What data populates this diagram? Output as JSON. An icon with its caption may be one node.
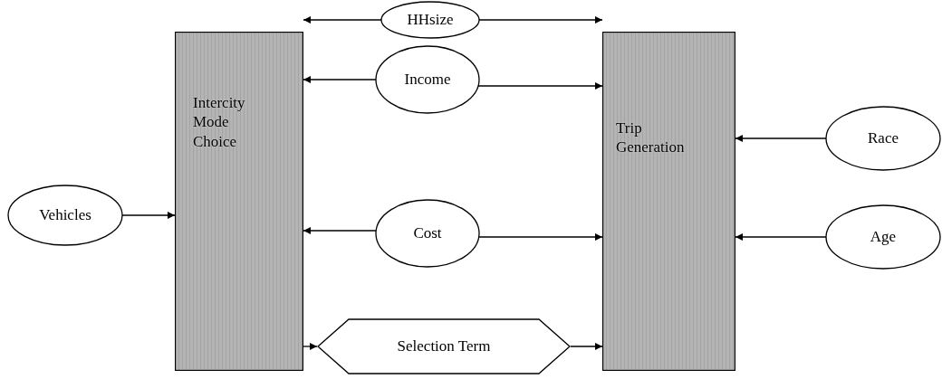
{
  "diagram": {
    "nodes": [
      {
        "text": [
          "HHsize"
        ]
      },
      {
        "text": [
          "Intercity Mode Choice"
        ]
      },
      {
        "text": [
          "Trip Generation"
        ]
      },
      {
        "text": [
          "Income"
        ]
      },
      {
        "text": [
          "Race"
        ]
      },
      {
        "text": [
          "Cost"
        ]
      },
      {
        "text": [
          "Vehicles"
        ]
      },
      {
        "text": [
          "Age"
        ]
      },
      {
        "text": [
          "Selection Term"
        ]
      }
    ],
    "edges": [
      {
        "from": 0,
        "to": 1,
        "arrow": "to"
      },
      {
        "from": 0,
        "to": 2,
        "arrow": "to"
      },
      {
        "from": 3,
        "to": 1,
        "arrow": "to"
      },
      {
        "from": 3,
        "to": 2,
        "arrow": "to"
      },
      {
        "from": 4,
        "to": 2,
        "arrow": "to"
      },
      {
        "from": 5,
        "to": 1,
        "arrow": "to"
      },
      {
        "from": 5,
        "to": 2,
        "arrow": "to"
      },
      {
        "from": 6,
        "to": 1,
        "arrow": "to"
      },
      {
        "from": 7,
        "to": 2,
        "arrow": "to"
      },
      {
        "from": 1,
        "to": 8,
        "arrow": "to"
      },
      {
        "from": 8,
        "to": 2,
        "arrow": "to"
      }
    ]
  }
}
